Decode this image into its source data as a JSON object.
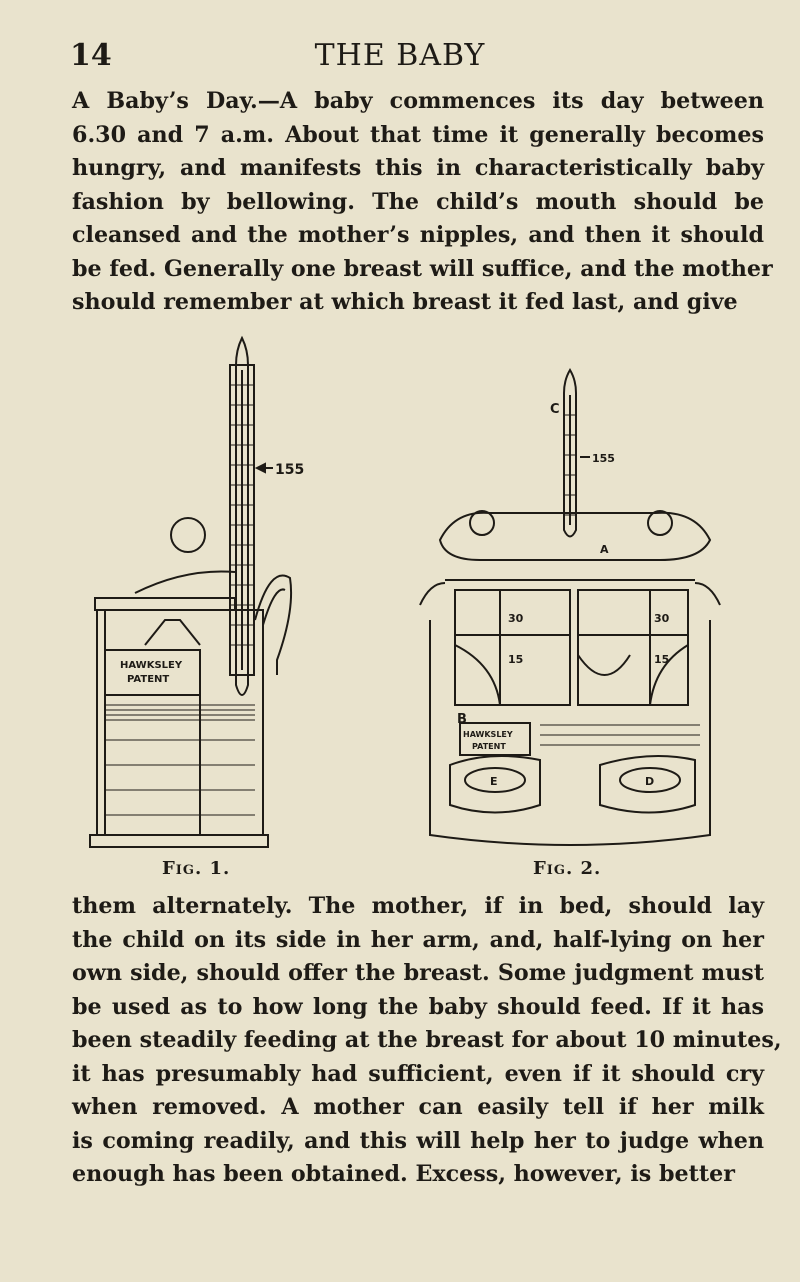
{
  "header": {
    "page_number": "14",
    "running_title": "THE BABY"
  },
  "paragraph_top": {
    "lines": [
      "A Baby’s Day.—A baby commences its day between",
      "6.30 and 7 a.m. About that time it generally becomes",
      "hungry, and manifests this in characteristically baby",
      "fashion by bellowing. The child’s mouth should be",
      "cleansed and the mother’s nipples, and then it should",
      "be fed. Generally one breast will suffice, and the mother",
      "should remember at which breast it fed last, and give"
    ]
  },
  "figure1": {
    "caption": "Fig. 1.",
    "label_temperature": "155",
    "label_brand_1": "HAWKSLEY",
    "label_brand_2": "PATENT"
  },
  "figure2": {
    "caption": "Fig. 2.",
    "label_c": "C",
    "label_temperature": "155",
    "label_a": "A",
    "label_b": "B",
    "label_d": "D",
    "label_e": "E",
    "label_30_left": "30",
    "label_30_right": "30",
    "label_15_left": "15",
    "label_15_right": "15",
    "label_brand_1": "HAWKSLEY",
    "label_brand_2": "PATENT"
  },
  "paragraph_bottom": {
    "lines": [
      "them alternately. The mother, if in bed, should lay",
      "the child on its side in her arm, and, half-lying on her",
      "own side, should offer the breast. Some judgment must",
      "be used as to how long the baby should feed. If it has",
      "been steadily feeding at the breast for about 10 minutes,",
      "it has presumably had sufficient, even if it should cry",
      "when removed. A mother can easily tell if her milk",
      "is coming readily, and this will help her to judge when",
      "enough has been obtained. Excess, however, is better"
    ]
  }
}
